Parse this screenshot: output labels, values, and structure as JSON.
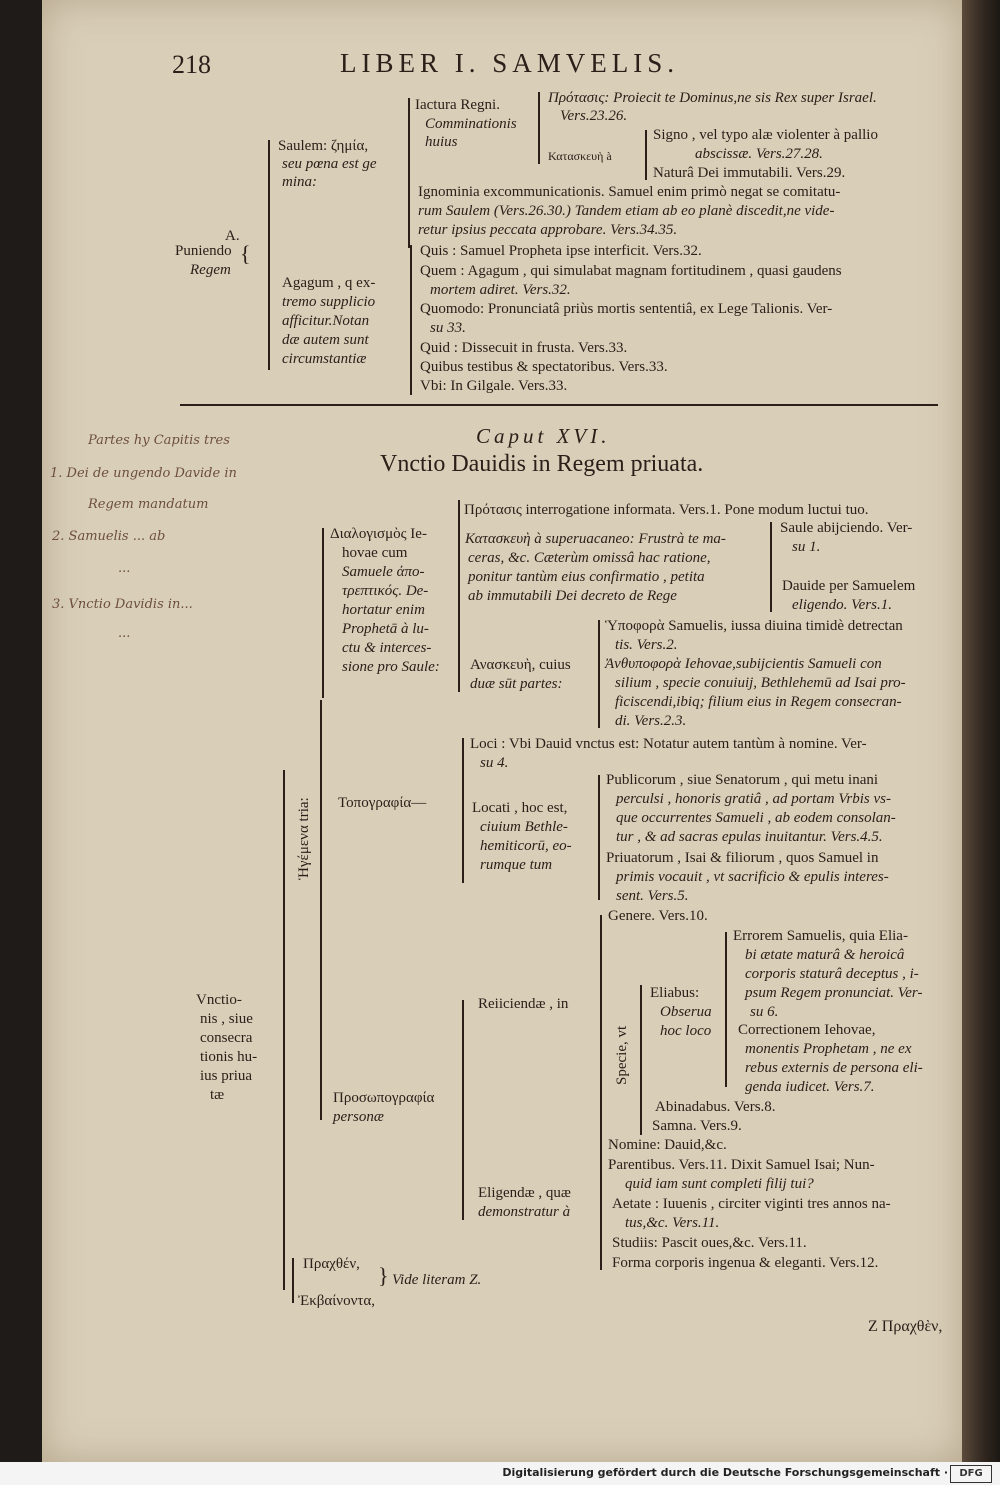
{
  "header": {
    "page_number": "218",
    "running_title": "LIBER I. SAMVELIS."
  },
  "top_section": {
    "label_a": "A.",
    "label_main": "Puniendo",
    "label_main2": "Regem",
    "saulem_1": "Saulem: ζημία,",
    "saulem_2": "seu pœna est ge",
    "saulem_3": "mina:",
    "jactura_1": "Iactura Regni.",
    "jactura_2": "Comminationis",
    "jactura_3": "huius",
    "protasis_1": "Πρότασις: Proiecit te Dominus,ne sis Rex super Israel.",
    "protasis_2": "Vers.23.26.",
    "katask": "Κατασκευὴ à",
    "signo_1": "Signo , vel typo alæ violenter à pallio",
    "signo_2": "abscissæ. Vers.27.28.",
    "natura": "Naturâ Dei immutabili. Vers.29.",
    "ignominia_1": "Ignominia excommunicationis. Samuel enim primò negat se comitatu-",
    "ignominia_2": "rum Saulem (Vers.26.30.) Tandem etiam ab eo planè discedit,ne vide-",
    "ignominia_3": "retur ipsius peccata approbare. Vers.34.35.",
    "agagum_1": "Agagum , q ex-",
    "agagum_2": "tremo supplicio",
    "agagum_3": "afficitur.Notan",
    "agagum_4": "dæ autem sunt",
    "agagum_5": "circumstantiæ",
    "quis": "Quis : Samuel Propheta ipse interficit. Vers.32.",
    "quem_1": "Quem : Agagum , qui simulabat magnam fortitudinem , quasi gaudens",
    "quem_2": "mortem adiret. Vers.32.",
    "quomodo_1": "Quomodo: Pronunciatâ priùs mortis sententiâ, ex Lege Talionis. Ver-",
    "quomodo_2": "su 33.",
    "quid": "Quid : Dissecuit in frusta. Vers.33.",
    "quibus": "Quibus testibus & spectatoribus. Vers.33.",
    "vbi": "Vbi: In Gilgale. Vers.33."
  },
  "chapter": {
    "heading": "Caput XVI.",
    "title": "Vnctio Dauidis in Regem priuata."
  },
  "handwritten": {
    "line1": "Partes hy Capitis tres",
    "line2": "1. Dei de ungendo Davide in",
    "line3": "Regem mandatum",
    "line4": "2. Samuelis ... ab",
    "line5": "...",
    "line6": "3. Vnctio Davidis in...",
    "line7": "..."
  },
  "dialog": {
    "d1": "Διαλογισμὸς Ie-",
    "d2": "hovae cum",
    "d3": "Samuele ἀπο-",
    "d4": "τρεπτικός. De-",
    "d5": "hortatur enim",
    "d6": "Prophetā à lu-",
    "d7": "ctu & interces-",
    "d8": "sione pro Saule:",
    "protasis": "Πρότασις interrogatione informata. Vers.1. Pone modum luctui tuo.",
    "k1": "Κατασκευὴ à superuacaneo: Frustrà te ma-",
    "k2": "ceras, &c. Cæterùm omissâ hac ratione,",
    "k3": "ponitur tantùm eius confirmatio , petita",
    "k4": "ab immutabili Dei decreto de Rege",
    "saule_1": "Saule abijciendo. Ver-",
    "saule_2": "su 1.",
    "dauide_1": "Dauide per Samuelem",
    "dauide_2": "eligendo. Vers.1.",
    "ana_1": "Ανασκευὴ, cuius",
    "ana_2": "duæ sūt partes:",
    "hypo_1": "Ὑποφορὰ Samuelis, iussa diuina timidè detrectan",
    "hypo_2": "tis. Vers.2.",
    "anthy_1": "Ἀνθυποφορὰ Iehovae,subijcientis Samueli con",
    "anthy_2": "silium , specie conuiuij, Bethlehemū ad Isai pro-",
    "anthy_3": "ficiscendi,ibiq; filium eius in Regem consecran-",
    "anthy_4": "di. Vers.2.3."
  },
  "topo": {
    "label": "Τοπογραφία—",
    "loci_1": "Loci : Vbi Dauid vnctus est: Notatur autem tantùm à nomine. Ver-",
    "loci_2": "su 4.",
    "locati_1": "Locati , hoc est,",
    "locati_2": "ciuium Bethle-",
    "locati_3": "hemiticorū, eo-",
    "locati_4": "rumque tum",
    "pub_1": "Publicorum , siue Senatorum , qui metu inani",
    "pub_2": "perculsi , honoris gratiâ , ad portam Vrbis vs-",
    "pub_3": "que occurrentes Samueli , ab eodem consolan-",
    "pub_4": "tur , & ad sacras epulas inuitantur. Vers.4.5.",
    "priv_1": "Priuatorum , Isai & filiorum , quos Samuel in",
    "priv_2": "primis vocauit , vt sacrificio & epulis interes-",
    "priv_3": "sent. Vers.5."
  },
  "vnctionis": {
    "l1": "Vnctio-",
    "l2": "nis , siue",
    "l3": "consecra",
    "l4": "tionis hu-",
    "l5": "ius priua",
    "l6": "tæ",
    "hegemena": "Ἡγέμενα tria:",
    "proso_1": "Προσωπογραφία",
    "proso_2": "personæ",
    "genere": "Genere. Vers.10.",
    "reiic": "Reiiciendæ , in",
    "specie": "Specie, vt",
    "eliabus_1": "Eliabus:",
    "eliabus_2": "Obserua",
    "eliabus_3": "hoc loco",
    "err_1": "Errorem Samuelis, quia Elia-",
    "err_2": "bi ætate maturâ & heroicâ",
    "err_3": "corporis staturâ deceptus , i-",
    "err_4": "psum Regem pronunciat. Ver-",
    "err_5": "su 6.",
    "corr_1": "Correctionem Iehovae,",
    "corr_2": "monentis Prophetam , ne ex",
    "corr_3": "rebus externis de persona eli-",
    "corr_4": "genda iudicet. Vers.7.",
    "abin": "Abinadabus. Vers.8.",
    "samna": "Samna. Vers.9.",
    "elig_1": "Eligendæ , quæ",
    "elig_2": "demonstratur à",
    "nomine": "Nomine: Dauid,&c.",
    "par_1": "Parentibus. Vers.11. Dixit Samuel Isai; Nun-",
    "par_2": "quid iam sunt completi filij tui?",
    "aet_1": "Aetate : Iuuenis , circiter viginti tres annos na-",
    "aet_2": "tus,&c. Vers.11.",
    "stud": "Studiis: Pascit oues,&c. Vers.11.",
    "forma": "Forma corporis ingenua & eleganti. Vers.12.",
    "prag": "Πραχθέν,",
    "ekb": "Ἐκβαίνοντα,",
    "vide": "Vide literam Z."
  },
  "catchword": "Z Πραχθὲν,",
  "footer": {
    "credit": "Digitalisierung gefördert durch die Deutsche Forschungsgemeinschaft ·",
    "logo": "DFG"
  }
}
